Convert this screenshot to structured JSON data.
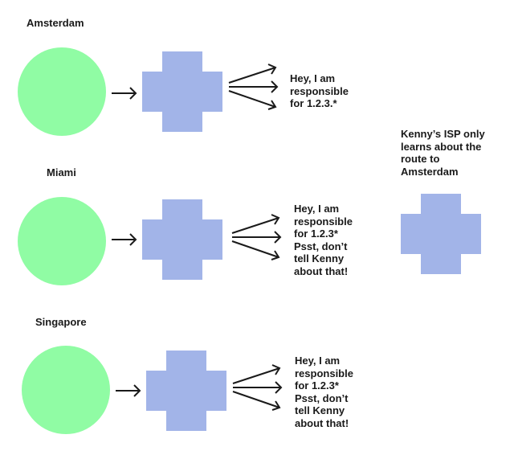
{
  "colors": {
    "router": "#a2b4e8",
    "node": "#90fca4",
    "stroke": "#1a1a1a"
  },
  "groups": [
    {
      "city": "Amsterdam",
      "message_lines": [
        "Hey, I am",
        "responsible",
        "for 1.2.3.*"
      ]
    },
    {
      "city": "Miami",
      "message_lines": [
        "Hey, I am",
        "responsible",
        "for 1.2.3*",
        "Psst, don’t",
        "tell Kenny",
        "about that!"
      ]
    },
    {
      "city": "Singapore",
      "message_lines": [
        "Hey, I am",
        "responsible",
        "for 1.2.3*",
        "Psst, don’t",
        "tell Kenny",
        "about that!"
      ]
    }
  ],
  "kenny": {
    "note_lines": [
      "Kenny’s ISP only",
      "learns about the",
      "route to",
      "Amsterdam"
    ]
  }
}
